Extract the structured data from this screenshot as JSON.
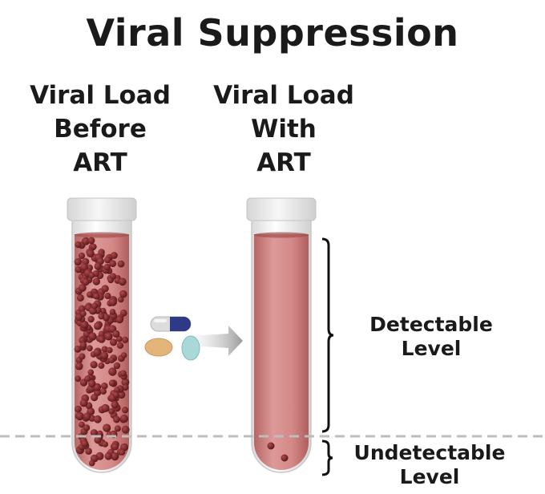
{
  "title": "Viral Suppression",
  "columns": {
    "before": {
      "lines": [
        "Viral Load",
        "Before",
        "ART"
      ]
    },
    "with": {
      "lines": [
        "Viral Load",
        "With",
        "ART"
      ]
    }
  },
  "levels": {
    "detectable": [
      "Detectable",
      "Level"
    ],
    "undetectable": [
      "Undetectable",
      "Level"
    ]
  },
  "icons": {
    "pill_capsule": "capsule-icon",
    "pill_orange": "tablet-orange-icon",
    "pill_teal": "tablet-teal-icon",
    "arrow": "arrow-right-icon"
  },
  "colors": {
    "blood": "#c97a7a",
    "virus": "#6b1f22",
    "cap": "#e6e6e6",
    "dash": "#bdbdbd"
  }
}
